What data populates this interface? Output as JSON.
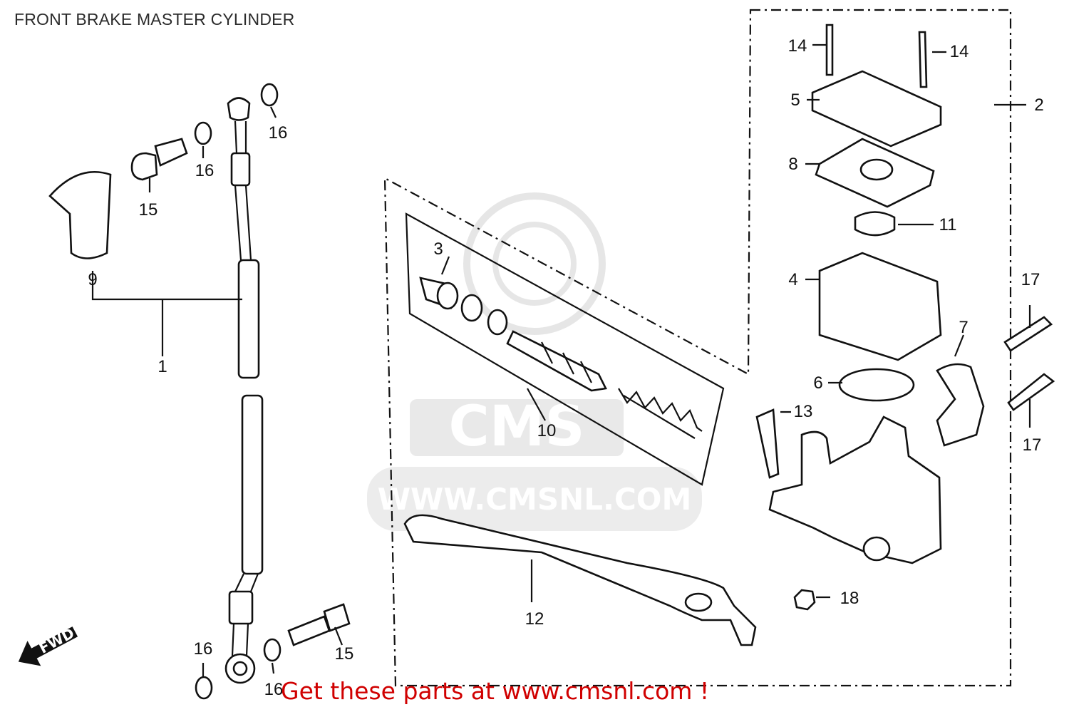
{
  "diagram": {
    "title": "FRONT BRAKE MASTER CYLINDER",
    "promo": "Get these parts at www.cmsnl.com !",
    "watermark": "WWW.CMSNL.COM",
    "watermark_logo": "CMS",
    "direction_label": "FWD",
    "callouts": {
      "c1": "1",
      "c2": "2",
      "c3": "3",
      "c4": "4",
      "c5": "5",
      "c6": "6",
      "c7": "7",
      "c8": "8",
      "c9": "9",
      "c10": "10",
      "c11": "11",
      "c12": "12",
      "c13": "13",
      "c14a": "14",
      "c14b": "14",
      "c15a": "15",
      "c15b": "15",
      "c16a": "16",
      "c16b": "16",
      "c16c": "16",
      "c16d": "16",
      "c17a": "17",
      "c17b": "17",
      "c18": "18"
    }
  }
}
